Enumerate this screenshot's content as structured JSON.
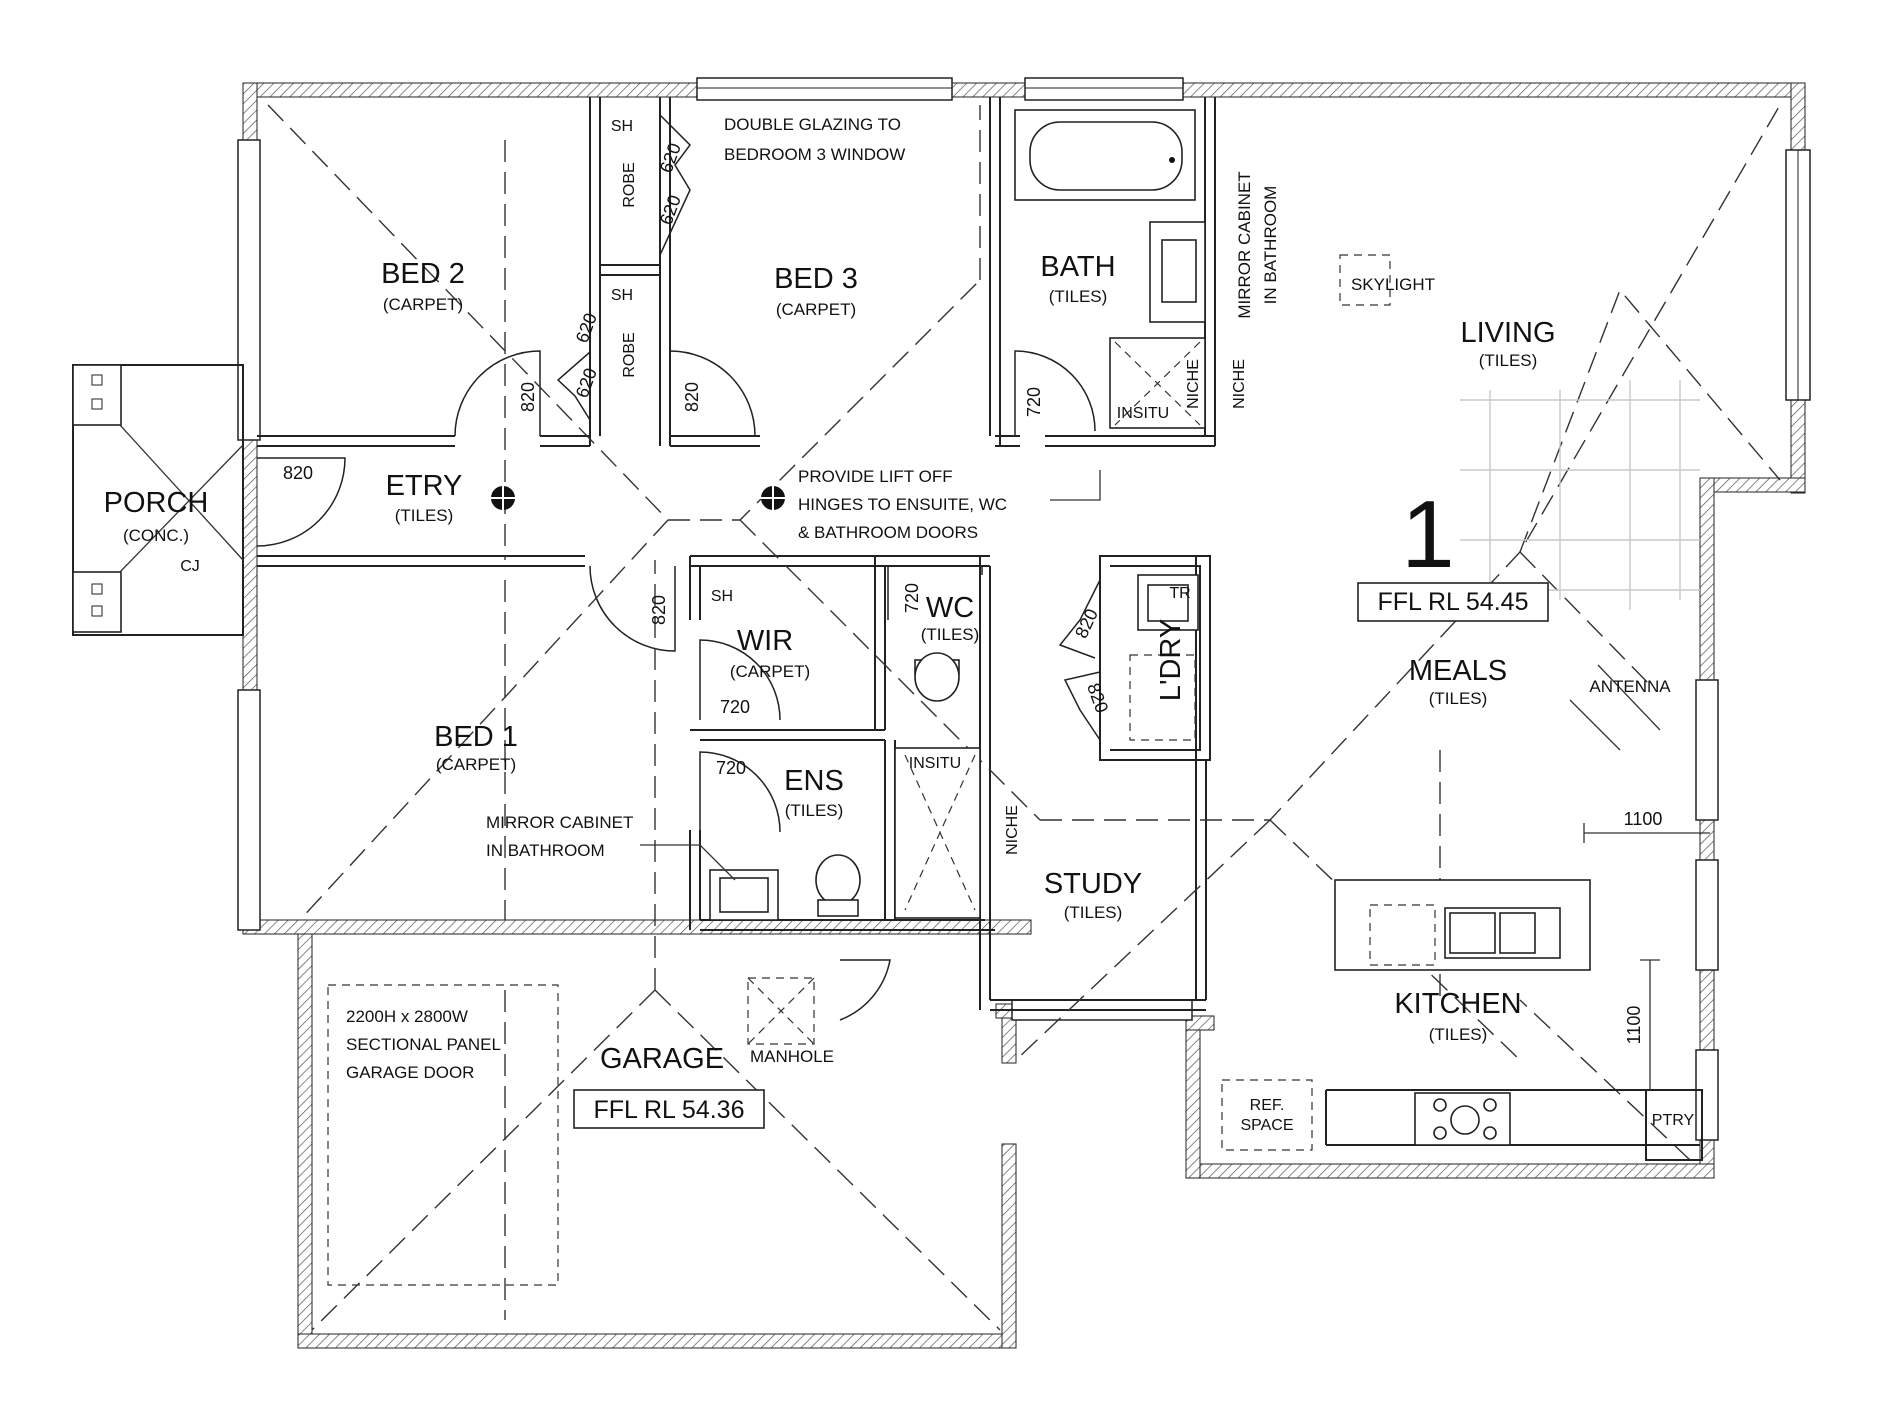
{
  "rooms": {
    "bed2": {
      "name": "BED 2",
      "finish": "(CARPET)"
    },
    "bed3": {
      "name": "BED 3",
      "finish": "(CARPET)"
    },
    "bath": {
      "name": "BATH",
      "finish": "(TILES)"
    },
    "living": {
      "name": "LIVING",
      "finish": "(TILES)"
    },
    "porch": {
      "name": "PORCH",
      "finish": "(CONC.)"
    },
    "etry": {
      "name": "ETRY",
      "finish": "(TILES)"
    },
    "bed1": {
      "name": "BED 1",
      "finish": "(CARPET)"
    },
    "wir": {
      "name": "WIR",
      "finish": "(CARPET)"
    },
    "wc": {
      "name": "WC",
      "finish": "(TILES)"
    },
    "ens": {
      "name": "ENS",
      "finish": "(TILES)"
    },
    "ldry": {
      "name": "L'DRY"
    },
    "study": {
      "name": "STUDY",
      "finish": "(TILES)"
    },
    "meals": {
      "name": "MEALS",
      "finish": "(TILES)"
    },
    "kitchen": {
      "name": "KITCHEN",
      "finish": "(TILES)"
    },
    "garage": {
      "name": "GARAGE"
    },
    "ptry": {
      "name": "PTRY"
    }
  },
  "labels": {
    "robe": "ROBE",
    "sh": "SH",
    "cj": "CJ",
    "insitu": "INSITU",
    "niche": "NICHE",
    "tr": "TR",
    "skylight": "SKYLIGHT",
    "antenna": "ANTENNA",
    "manhole": "MANHOLE",
    "ref_space_1": "REF.",
    "ref_space_2": "SPACE"
  },
  "notes": {
    "double_glazing_1": "DOUBLE GLAZING TO",
    "double_glazing_2": "BEDROOM 3 WINDOW",
    "mirror_cabinet_bath_1": "MIRROR CABINET",
    "mirror_cabinet_bath_2": "IN BATHROOM",
    "lift_off_1": "PROVIDE LIFT OFF",
    "lift_off_2": "HINGES TO ENSUITE, WC",
    "lift_off_3": "& BATHROOM DOORS",
    "mirror_cabinet_ens_1": "MIRROR CABINET",
    "mirror_cabinet_ens_2": "IN BATHROOM",
    "garage_door_1": "2200H x 2800W",
    "garage_door_2": "SECTIONAL PANEL",
    "garage_door_3": "GARAGE DOOR"
  },
  "dimensions": {
    "d620": "620",
    "d820": "820",
    "d720": "720",
    "d1100": "1100"
  },
  "levels": {
    "unit_number": "1",
    "house_ffl": "FFL RL 54.45",
    "garage_ffl": "FFL RL 54.36"
  }
}
